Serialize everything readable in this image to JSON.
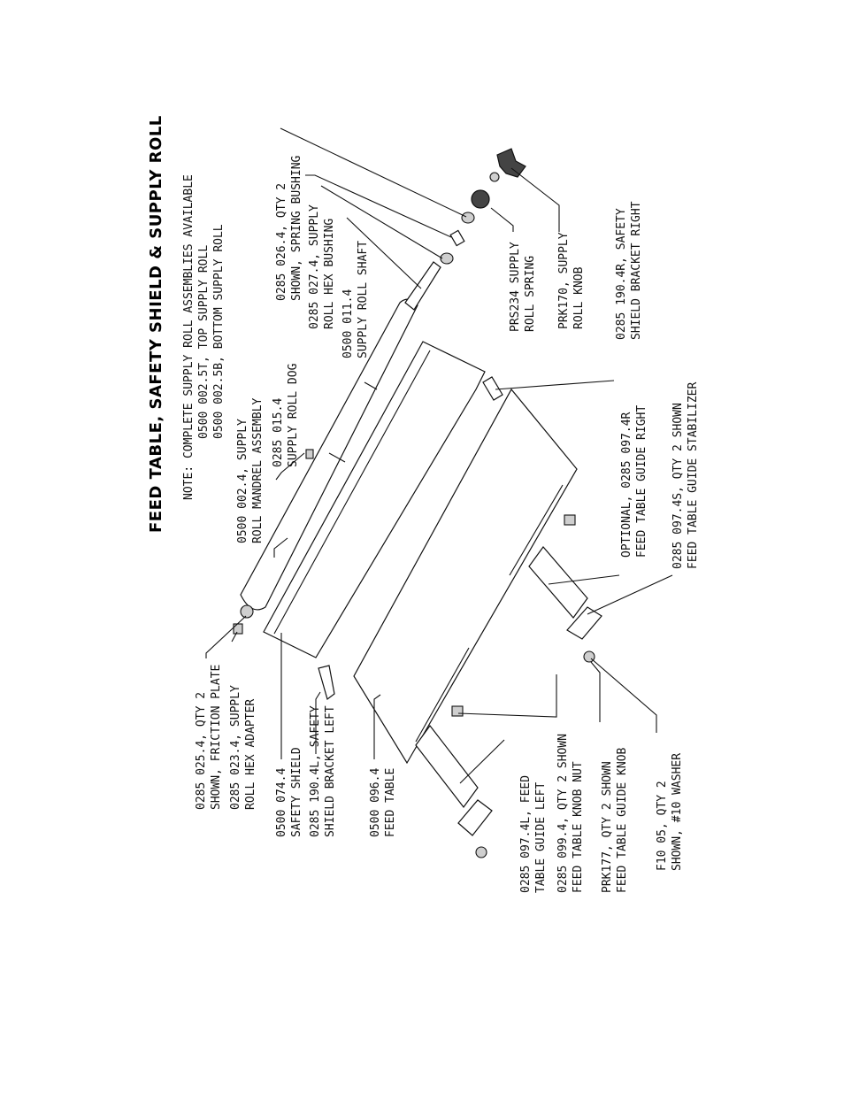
{
  "title": "FEED TABLE, SAFETY SHIELD & SUPPLY ROLL",
  "note": {
    "line1": "NOTE: COMPLETE SUPPLY ROLL ASSEMBLIES AVAILABLE",
    "line2": "0500 002.5T, TOP SUPPLY ROLL",
    "line3": "0500 002.5B, BOTTOM SUPPLY ROLL"
  },
  "labels": {
    "mandrel": [
      "0500 002.4, SUPPLY",
      "ROLL MANDREL ASSEMBLY"
    ],
    "roll_dog": [
      "0285 015.4",
      "SUPPLY ROLL DOG"
    ],
    "spring_bushing": [
      "0285 026.4, QTY 2",
      "SHOWN, SPRING BUSHING"
    ],
    "hex_bushing": [
      "0285 027.4, SUPPLY",
      "ROLL HEX BUSHING"
    ],
    "shaft": [
      "0500 011.4",
      "SUPPLY ROLL SHAFT"
    ],
    "spring": [
      "PRS234 SUPPLY",
      "ROLL SPRING"
    ],
    "knob": [
      "PRK170, SUPPLY",
      "ROLL KNOB"
    ],
    "bracket_right": [
      "0285 190.4R, SAFETY",
      "SHIELD BRACKET RIGHT"
    ],
    "guide_right": [
      "OPTIONAL, 0285 097.4R",
      "FEED TABLE GUIDE RIGHT"
    ],
    "stabilizer": [
      "0285 097.4S, QTY 2 SHOWN",
      "FEED TABLE GUIDE STABILIZER"
    ],
    "friction_plate": [
      "0285 025.4, QTY 2",
      "SHOWN, FRICTION PLATE"
    ],
    "hex_adapter": [
      "0285 023.4, SUPPLY",
      "ROLL HEX ADAPTER"
    ],
    "safety_shield": [
      "0500 074.4",
      "SAFETY SHIELD"
    ],
    "bracket_left": [
      "0285 190.4L, SAFETY",
      "SHIELD BRACKET LEFT"
    ],
    "feed_table": [
      "0500 096.4",
      "FEED TABLE"
    ],
    "guide_left": [
      "0285 097.4L, FEED",
      "TABLE GUIDE LEFT"
    ],
    "knob_nut": [
      "0285 099.4, QTY 2 SHOWN",
      "FEED TABLE KNOB NUT"
    ],
    "guide_knob": [
      "PRK177, QTY 2 SHOWN",
      "FEED TABLE GUIDE KNOB"
    ],
    "washer": [
      "F10 05, QTY 2",
      "SHOWN, #10 WASHER"
    ]
  }
}
